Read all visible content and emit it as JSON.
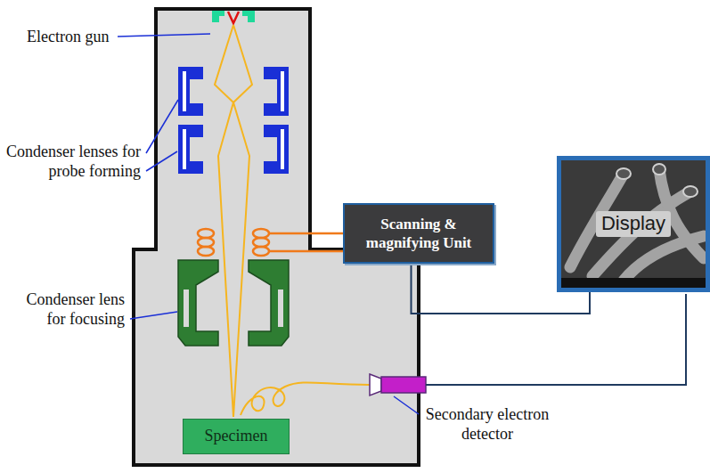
{
  "diagram": {
    "nodes": [
      {
        "text": [
          "Scanning & magnifying Unit"
        ]
      },
      {
        "text": [
          "Display"
        ]
      },
      {
        "text": [
          "Specimen"
        ]
      }
    ],
    "edges": [
      {
        "from": 0,
        "to": 1,
        "arrow": "none"
      }
    ],
    "labels": [
      "Electron gun",
      "Condenser lenses for probe forming",
      "Condenser lens for focusing",
      "Secondary electron detector"
    ]
  }
}
